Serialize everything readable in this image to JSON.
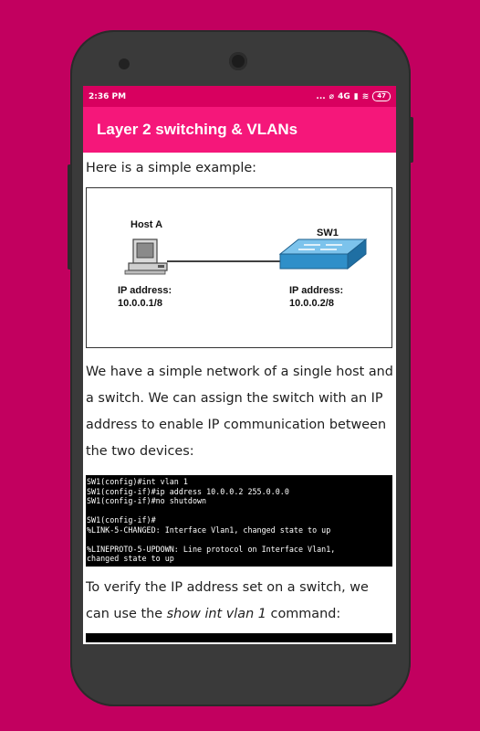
{
  "status_bar": {
    "time": "2:36 PM",
    "dots": "...",
    "network": "4G",
    "battery": "47"
  },
  "app_bar": {
    "title": "Layer 2 switching & VLANs"
  },
  "content": {
    "intro": "Here is a simple example:",
    "figure": {
      "host_label": "Host A",
      "host_ip_label": "IP address:",
      "host_ip": "10.0.0.1/8",
      "switch_label": "SW1",
      "switch_ip_label": "IP address:",
      "switch_ip": "10.0.0.2/8",
      "switch_color": "#2f8fc9",
      "link_color": "#000000"
    },
    "paragraph": "We have a simple network of a single host and a switch. We can assign the switch with an IP address to enable IP communication between the two devices:",
    "terminal_lines": [
      "SW1(config)#int vlan 1",
      "SW1(config-if)#ip address 10.0.0.2 255.0.0.0",
      "SW1(config-if)#no shutdown",
      "",
      "SW1(config-if)#",
      "%LINK-5-CHANGED: Interface Vlan1, changed state to up",
      "",
      "%LINEPROTO-5-UPDOWN: Line protocol on Interface Vlan1,",
      "changed state to up"
    ],
    "verify_text_before": "To verify the IP address set on a switch, we can use the ",
    "verify_command": "show int vlan 1",
    "verify_text_after": " command:"
  }
}
